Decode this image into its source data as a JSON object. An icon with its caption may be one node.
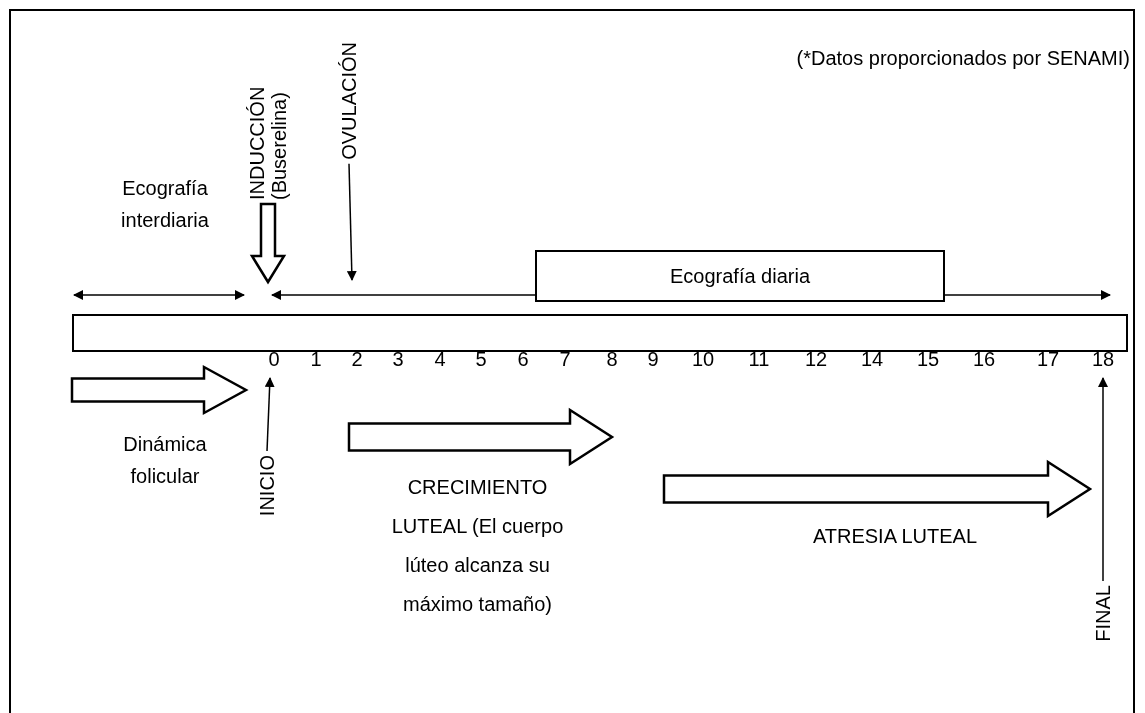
{
  "diagram": {
    "nodes": [
      {
        "text": [
          "INDUCCIÓN (Buserelina)"
        ]
      },
      {
        "text": [
          "OVULACIÓN"
        ]
      },
      {
        "text": [
          "Ecografía diaria"
        ]
      },
      {
        "text": [],
        "shape": "bar"
      },
      {
        "text": [
          "INICIO"
        ]
      },
      {
        "text": [
          "FINAL"
        ]
      }
    ],
    "edges": [
      {
        "from": 0,
        "to": null,
        "arrow": "to",
        "style": "thick"
      },
      {
        "from": 1,
        "to": null,
        "arrow": "to"
      },
      {
        "from": 4,
        "to": 3,
        "arrow": "to"
      },
      {
        "from": 5,
        "to": 3,
        "arrow": "to"
      }
    ],
    "labels": [
      "(*Datos proporcionados por SENAMI)",
      "Ecografía interdiaria",
      "0",
      "1",
      "2",
      "3",
      "4",
      "5",
      "6",
      "7",
      "8",
      "9",
      "10",
      "11",
      "12",
      "14",
      "15",
      "16",
      "17",
      "18",
      "Dinámica folicular",
      "CRECIMIENTO LUTEAL (El cuerpo lúteo alcanza su máximo tamaño)",
      "ATRESIA LUTEAL"
    ]
  }
}
